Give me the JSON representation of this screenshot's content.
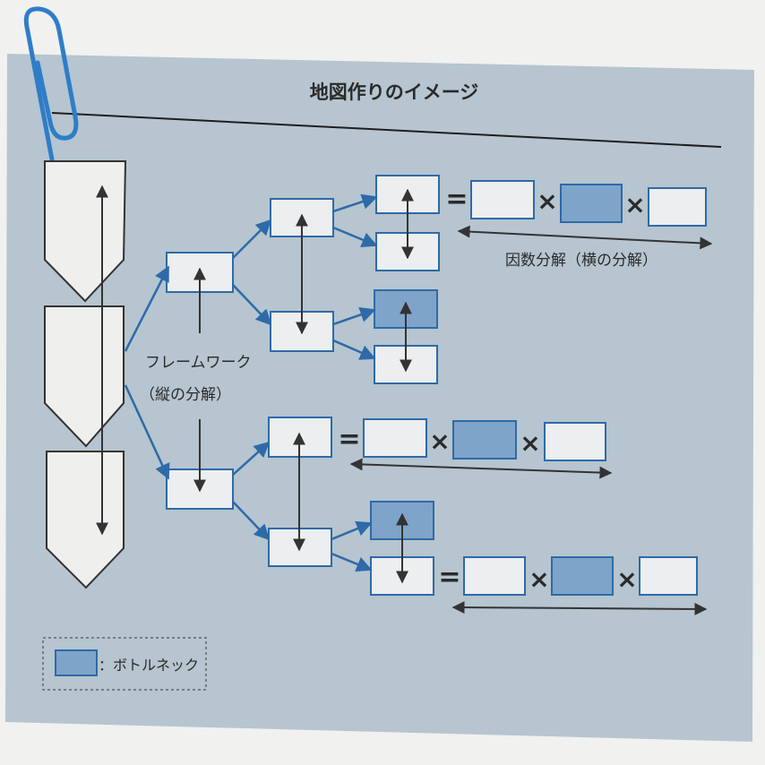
{
  "title": "地図作りのイメージ",
  "framework_label_line1": "フレームワーク",
  "framework_label_line2": "（縦の分解）",
  "factor_label": "因数分解（横の分解）",
  "equals_symbol": "=",
  "times_symbol": "×",
  "legend": {
    "label": "：ボトルネック"
  },
  "colors": {
    "page_background": "#7f8a92",
    "paper": "#f1f1ef",
    "panel": "#b6c5cf",
    "box_fill": "#eceeef",
    "bottleneck_fill": "#7fa4c9",
    "box_border": "#2e6aa8",
    "arrow_blue": "#2e6aa8",
    "arrow_dark": "#333333",
    "rule": "#1e1e1e"
  },
  "icons": [
    "paperclip-icon"
  ]
}
